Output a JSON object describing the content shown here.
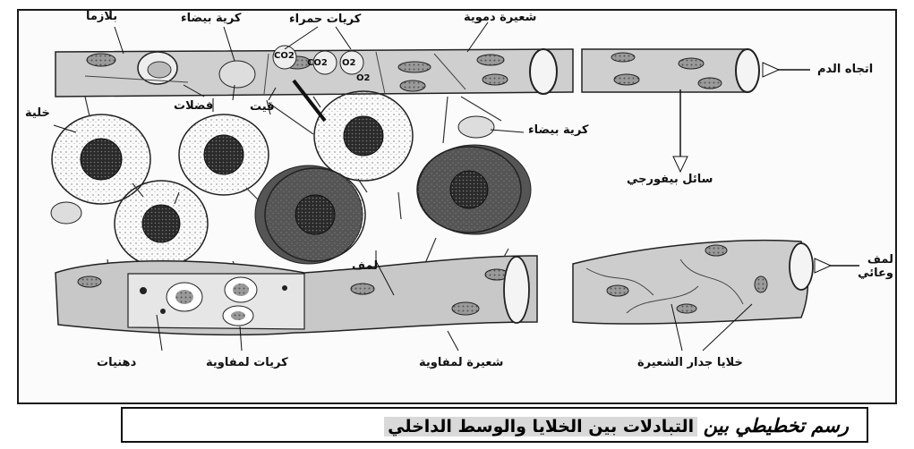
{
  "labels": {
    "plasma": "بلازما",
    "white_cell_top": "كرية بيضاء",
    "red_cells": "كريات حمراء",
    "capillary": "شعيرة دموية",
    "blood_direction": "اتجاه الدم",
    "cell": "خلية",
    "waste": "فضلات",
    "nutrients": "قيت",
    "white_cell_right": "كرية بيضاء",
    "interstitial_fluid": "سائل بيفورجي",
    "lymph": "لمف",
    "lymph_vessel": "لمف وعائي",
    "fats": "دهنيات",
    "lymphocytes": "كريات لمفاوية",
    "lymph_capillary": "شعيرة لمفاوية",
    "wall_cells": "خلايا جدار الشعيرة",
    "co2_a": "CO2",
    "co2_b": "CO2",
    "o2_a": "O2",
    "o2_b": "O2"
  },
  "caption": {
    "part1": "رسم تخطيطي بين",
    "part2": "التبادلات بين الخلايا والوسط الداخلي"
  }
}
